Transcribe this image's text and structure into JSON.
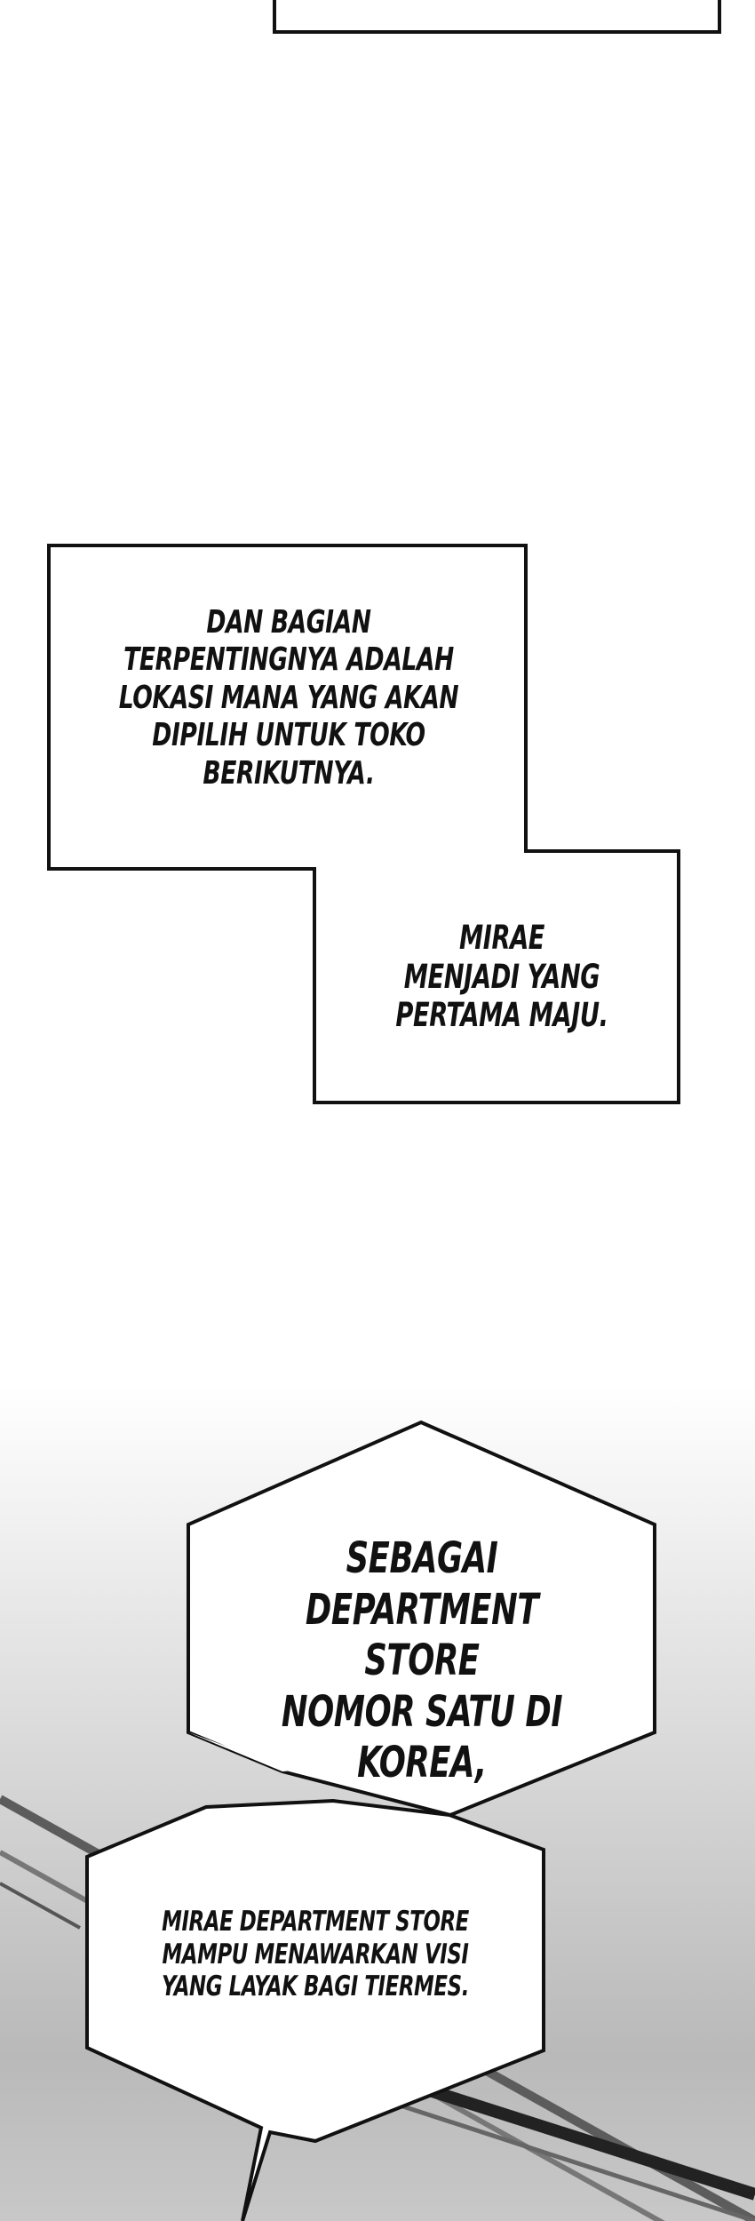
{
  "panel": {
    "caption_1": "DAN BAGIAN\nTERPENTINGNYA ADALAH\nLOKASI MANA YANG AKAN\nDIPILIH UNTUK TOKO\nBERIKUTNYA.",
    "caption_2": "MIRAE\nMENJADI YANG\nPERTAMA MAJU.",
    "bubble_1": "SEBAGAI\nDEPARTMENT STORE\nNOMOR SATU DI\nKOREA,",
    "bubble_2": "MIRAE DEPARTMENT STORE\nMAMPU MENAWARKAN VISI\nYANG LAYAK BAGI TIERMES."
  }
}
